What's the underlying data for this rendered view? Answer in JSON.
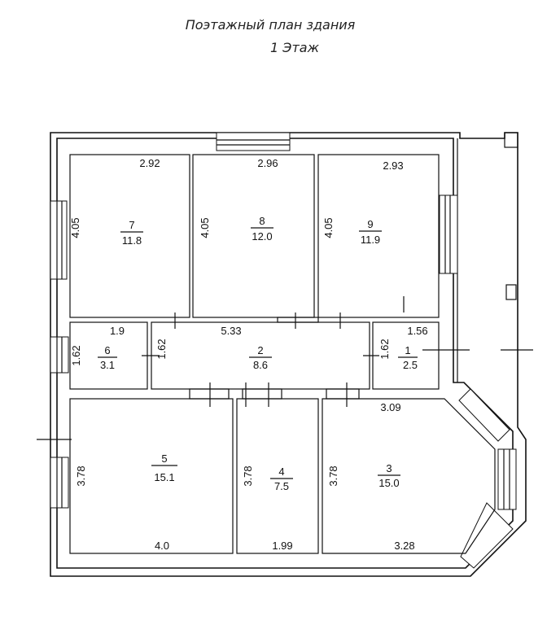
{
  "title": {
    "line1": "Поэтажный план здания",
    "line2": "1 Этаж"
  },
  "rooms": [
    {
      "id": "r7",
      "number": "7",
      "area": "11.8",
      "width": "2.92",
      "height": "4.05"
    },
    {
      "id": "r8",
      "number": "8",
      "area": "12.0",
      "width": "2.96",
      "height": "4.05"
    },
    {
      "id": "r9",
      "number": "9",
      "area": "11.9",
      "width": "2.93",
      "height": "4.05"
    },
    {
      "id": "r6",
      "number": "6",
      "area": "3.1",
      "width": "1.9",
      "height": "1.62"
    },
    {
      "id": "r2",
      "number": "2",
      "area": "8.6",
      "width": "5.33",
      "height": "1.62"
    },
    {
      "id": "r1",
      "number": "1",
      "area": "2.5",
      "width": "1.56",
      "height": "1.62"
    },
    {
      "id": "r5",
      "number": "5",
      "area": "15.1",
      "width": "4.0",
      "height": "3.78"
    },
    {
      "id": "r4",
      "number": "4",
      "area": "7.5",
      "width": "1.99",
      "height": "3.78"
    },
    {
      "id": "r3",
      "number": "3",
      "area": "15.0",
      "width": "3.28",
      "height": "3.78",
      "top_width": "3.09"
    }
  ]
}
